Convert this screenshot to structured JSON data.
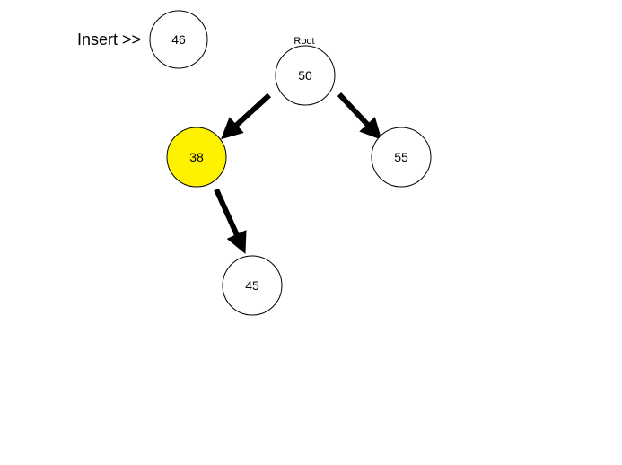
{
  "insert": {
    "label": "Insert >>",
    "value": "46"
  },
  "tree": {
    "root_label": "Root",
    "nodes": {
      "n50": "50",
      "n38": "38",
      "n55": "55",
      "n45": "45"
    },
    "highlighted_node": "38",
    "highlight_color": "#fff200"
  }
}
